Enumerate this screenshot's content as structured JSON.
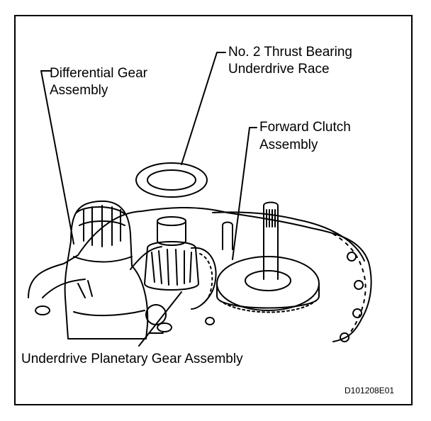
{
  "labels": {
    "differential_gear": [
      "Differential Gear",
      "Assembly"
    ],
    "thrust_bearing": [
      "No. 2 Thrust Bearing",
      "Underdrive Race"
    ],
    "forward_clutch": [
      "Forward Clutch",
      "Assembly"
    ],
    "underdrive_planetary": "Underdrive Planetary Gear Assembly"
  },
  "figure_code": "D101208E01"
}
